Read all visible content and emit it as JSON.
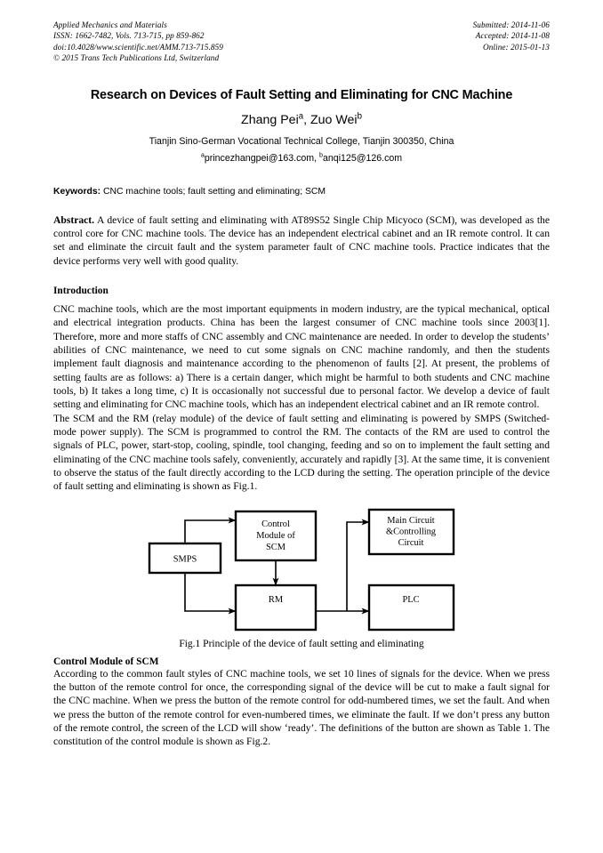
{
  "header": {
    "left": [
      "Applied Mechanics and Materials",
      "ISSN: 1662-7482, Vols. 713-715, pp 859-862",
      "doi:10.4028/www.scientific.net/AMM.713-715.859",
      "© 2015 Trans Tech Publications Ltd, Switzerland"
    ],
    "right": [
      "Submitted: 2014-11-06",
      "Accepted: 2014-11-08",
      "Online: 2015-01-13"
    ]
  },
  "title": "Research on Devices of Fault Setting and Eliminating for CNC Machine",
  "authors": {
    "name1": "Zhang Pei",
    "sup1": "a",
    "separator": ", ",
    "name2": "Zuo Wei",
    "sup2": "b"
  },
  "affiliation": "Tianjin Sino-German Vocational Technical College, Tianjin 300350, China",
  "emails": {
    "sup1": "a",
    "email1": "princezhangpei@163.com, ",
    "sup2": "b",
    "email2": "anqi125@126.com"
  },
  "keywords": {
    "label": "Keywords:",
    "text": " CNC machine tools; fault setting and eliminating; SCM"
  },
  "abstract": {
    "label": "Abstract.",
    "text": " A device of fault setting and eliminating with AT89S52 Single Chip Micyoco (SCM), was developed as the control core for CNC machine tools. The device has an independent electrical cabinet and an IR remote control. It can set and eliminate the circuit fault and the system parameter fault of CNC machine tools. Practice indicates that the device performs very well with good quality."
  },
  "introduction": {
    "heading": "Introduction",
    "paragraph1": "CNC machine tools, which are the most important equipments in modern industry, are the typical mechanical, optical and electrical integration products. China has been the largest consumer of CNC machine tools since 2003[1]. Therefore, more and more staffs of CNC assembly and CNC maintenance are needed. In order to develop the students’ abilities of CNC maintenance, we need to cut some signals on CNC machine randomly, and then the students implement fault diagnosis and maintenance according to the phenomenon of faults [2]. At present, the problems of setting faults are as follows: a) There is a certain danger, which might be harmful to both students and CNC machine tools, b) It takes a long time, c) It is occasionally not successful due to personal factor. We develop a device of fault setting and eliminating for CNC machine tools, which has an independent electrical cabinet and an IR remote control.",
    "paragraph2": "The SCM and the RM (relay module) of the device of fault setting and eliminating is powered by SMPS (Switched-mode power supply). The SCM is programmed to control the RM. The contacts of the RM are used to control the signals of PLC, power, start-stop, cooling, spindle, tool changing, feeding and so on to implement the fault setting and eliminating of the CNC machine tools safely, conveniently, accurately and rapidly [3]. At the same time, it is convenient to observe the status of the fault directly according to the LCD during the setting. The operation principle of the device of fault setting and eliminating is shown as Fig.1."
  },
  "figure1": {
    "caption": "Fig.1 Principle of the device of fault setting and eliminating",
    "boxes": {
      "smps": "SMPS",
      "scm_line1": "Control",
      "scm_line2": "Module of",
      "scm_line3": "SCM",
      "rm": "RM",
      "main_line1": "Main Circuit",
      "main_line2": "&Controlling",
      "main_line3": "Circuit",
      "plc": "PLC"
    }
  },
  "control_module": {
    "heading": "Control Module of SCM",
    "paragraph": "According to the common fault styles of CNC machine tools, we set 10 lines of signals for the device. When we press the button of the remote control for once, the corresponding signal of the device will be cut to make a fault signal for the CNC machine. When we press the button of the remote control for odd-numbered times, we set the fault. And when we press the button of the remote control for even-numbered times, we eliminate the fault. If we don’t press any button of the remote control, the screen of the LCD will show ‘ready’. The definitions of the button are shown as Table 1. The constitution of the control module is shown as Fig.2."
  }
}
